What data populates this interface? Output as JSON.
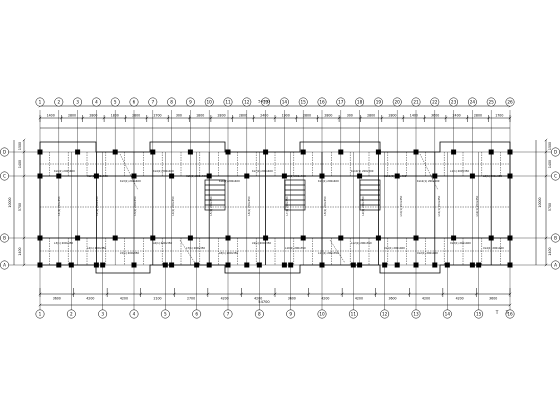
{
  "drawing": {
    "top_axes": [
      "1",
      "2",
      "3",
      "4",
      "5",
      "6",
      "7",
      "8",
      "9",
      "10",
      "11",
      "12",
      "13",
      "14",
      "15",
      "16",
      "17",
      "18",
      "19",
      "20",
      "21",
      "22",
      "23",
      "24",
      "25",
      "26"
    ],
    "bottom_axes": [
      "1",
      "2",
      "3",
      "4",
      "5",
      "6",
      "7",
      "8",
      "9",
      "10",
      "11",
      "12",
      "13",
      "14",
      "15",
      "16"
    ],
    "left_axes": [
      "D",
      "C",
      "B",
      "A"
    ],
    "right_axes": [
      "D",
      "C",
      "B",
      "A"
    ],
    "top_total": "54700",
    "bottom_total": "54700",
    "top_dims": [
      "1400",
      "2800",
      "2800",
      "1800",
      "2800",
      "2700",
      "300",
      "1800",
      "2800",
      "2800",
      "2400",
      "1900",
      "2800",
      "2800",
      "300",
      "2800",
      "2800",
      "1400",
      "3600",
      "2400",
      "2800",
      "1700"
    ],
    "bottom_dims": [
      "3600",
      "4200",
      "4200",
      "2100",
      "2700",
      "4200",
      "4200",
      "3600",
      "4200",
      "4200",
      "3600",
      "4200",
      "4200",
      "3600"
    ],
    "left_dims": [
      "1500",
      "1400",
      "5700",
      "1400"
    ],
    "right_dims": [
      "1500",
      "1400",
      "5700",
      "1400"
    ],
    "left_total": "10000",
    "right_total": "10000",
    "annotations": [
      "KL1(2) 200x400",
      "KL2(2) 200x400",
      "KL3(1) 200x400",
      "KL4(1) 200x400",
      "KL5(1) 200x400",
      "KL6(2) 200x400",
      "KL7(1) 200x400",
      "KL8(2) 200x400",
      "KL9(1) 200x400",
      "KL10(1) 200x400",
      "KL11(2) 200x400",
      "KL12(1) 200x400",
      "L1(1) 200x350",
      "L2(1) 200x350",
      "L3(1) 200x350",
      "L4(1) 200x350",
      "L5(1) 200x350",
      "L6(1) 200x350",
      "L7(1) 200x350",
      "L8(1) 200x350",
      "L9(1) 200x350",
      "L10(1) 200x350",
      "L11(1) 200x350",
      "L12(1) 200x350",
      "XL1(1) 200x400",
      "XL2(1) 200x400",
      "XL3(1) 200x400",
      "XL4(1) 200x400"
    ],
    "legend_marks": [
      "T",
      "T"
    ]
  }
}
